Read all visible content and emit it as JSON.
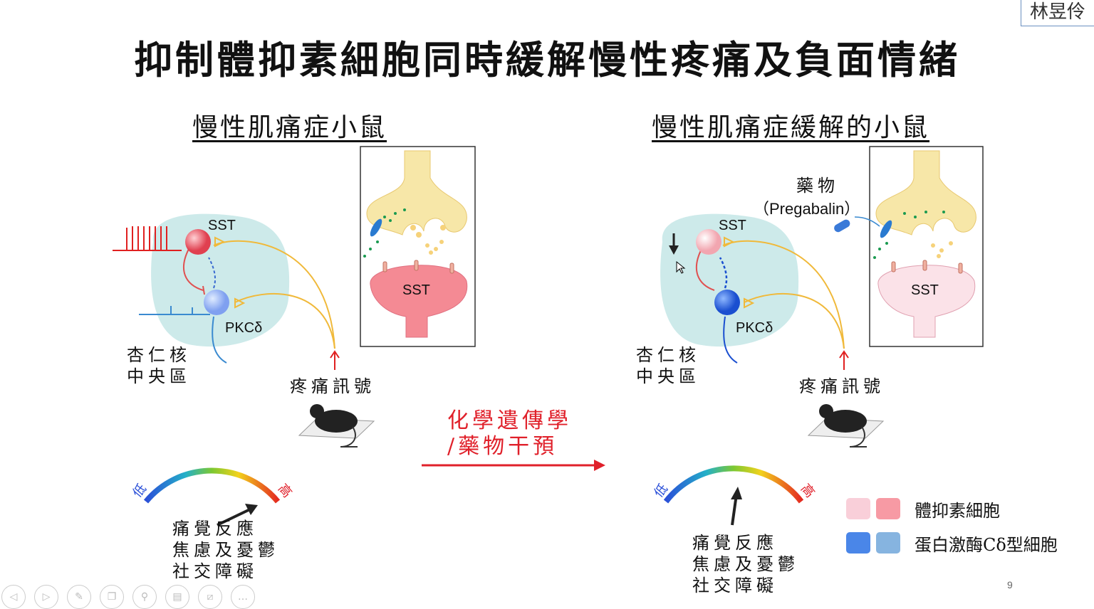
{
  "slide": {
    "title": "抑制體抑素細胞同時緩解慢性疼痛及負面情緒",
    "presenter": "林昱伶",
    "page_number": "9"
  },
  "left_panel": {
    "heading": "慢性肌痛症小鼠",
    "sst_label": "SST",
    "pkc_label": "PKCδ",
    "region_line1": "杏仁核",
    "region_line2": "中央區",
    "synapse_label": "SST",
    "pain_signal": "疼痛訊號",
    "gauge_low": "低",
    "gauge_high": "高",
    "outcomes": [
      "痛覺反應",
      "焦慮及憂鬱",
      "社交障礙"
    ]
  },
  "right_panel": {
    "heading": "慢性肌痛症緩解的小鼠",
    "drug_label": "藥物",
    "drug_name": "（Pregabalin）",
    "sst_label": "SST",
    "pkc_label": "PKCδ",
    "region_line1": "杏仁核",
    "region_line2": "中央區",
    "synapse_label": "SST",
    "pain_signal": "疼痛訊號",
    "gauge_low": "低",
    "gauge_high": "高",
    "outcomes": [
      "痛覺反應",
      "焦慮及憂鬱",
      "社交障礙"
    ]
  },
  "intervention": {
    "line1": "化學遺傳學",
    "line2": "/藥物干預"
  },
  "legend": [
    {
      "label": "體抑素細胞",
      "colors": [
        "#f9cfd9",
        "#f79aa4"
      ]
    },
    {
      "label": "蛋白激酶Cδ型細胞",
      "colors": [
        "#4a86e8",
        "#86b4e0"
      ]
    }
  ],
  "toolbar": [
    {
      "icon": "previous-icon",
      "glyph": "◁"
    },
    {
      "icon": "next-icon",
      "glyph": "▷"
    },
    {
      "icon": "pen-icon",
      "glyph": "✎"
    },
    {
      "icon": "slides-icon",
      "glyph": "❐"
    },
    {
      "icon": "zoom-icon",
      "glyph": "⚲"
    },
    {
      "icon": "subtitles-icon",
      "glyph": "▤"
    },
    {
      "icon": "camera-off-icon",
      "glyph": "⧄"
    },
    {
      "icon": "more-icon",
      "glyph": "…"
    }
  ],
  "colors": {
    "accent_red": "#e0202a",
    "blob": "#cdeaea",
    "presyn": "#f7e7a8",
    "gold": "#f0b93a"
  }
}
